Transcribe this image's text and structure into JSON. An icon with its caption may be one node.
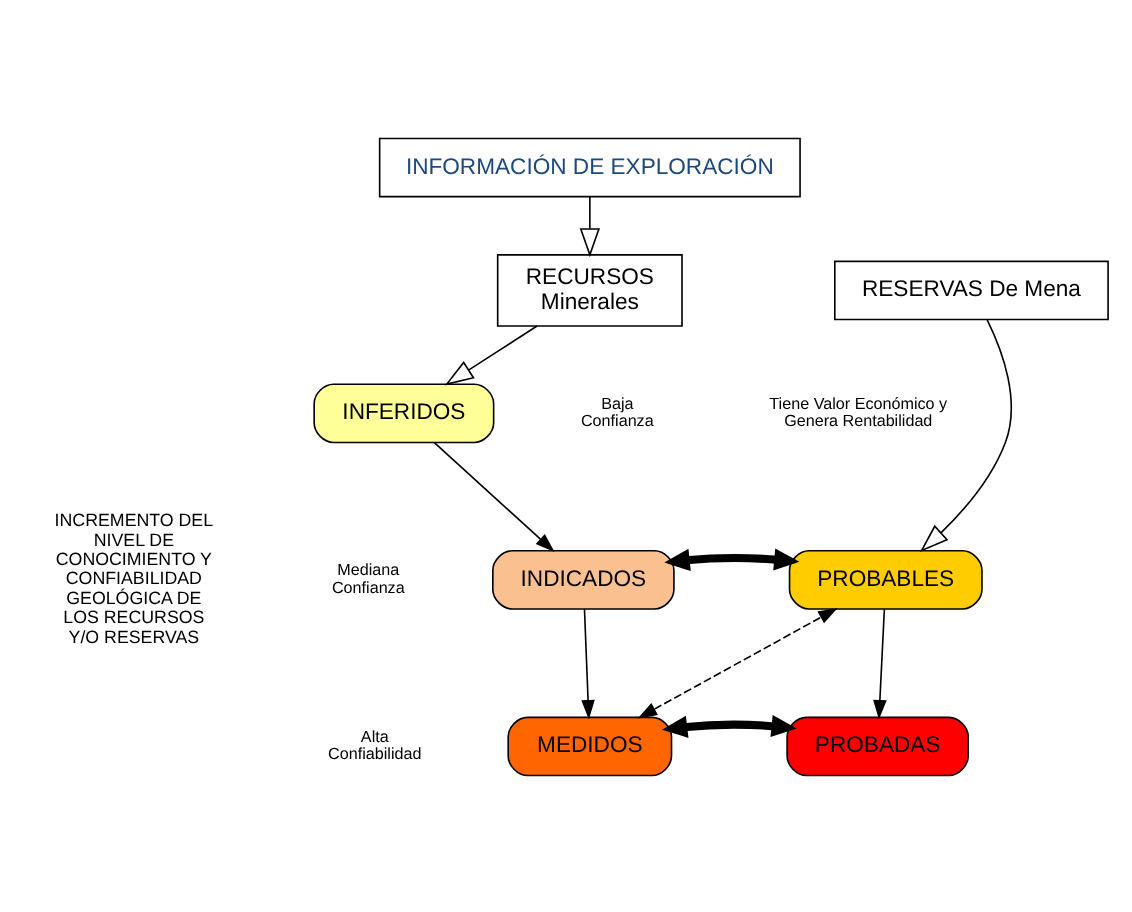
{
  "diagram": {
    "nodes": [
      {
        "text": [
          "INFORMACIÓN DE EXPLORACIÓN"
        ]
      },
      {
        "text": [
          "RECURSOS",
          "Minerales"
        ]
      },
      {
        "text": [
          "RESERVAS De Mena"
        ]
      },
      {
        "text": [
          "INFERIDOS"
        ]
      },
      {
        "text": [
          "INDICADOS"
        ]
      },
      {
        "text": [
          "MEDIDOS"
        ]
      },
      {
        "text": [
          "PROBABLES"
        ]
      },
      {
        "text": [
          "PROBADAS"
        ]
      }
    ],
    "edges": [
      {
        "from": 0,
        "to": 1,
        "arrow": "to"
      },
      {
        "from": 1,
        "to": 3,
        "arrow": "to"
      },
      {
        "from": 2,
        "to": 6,
        "arrow": "to"
      },
      {
        "from": 3,
        "to": 4,
        "arrow": "to"
      },
      {
        "from": 4,
        "to": 6,
        "arrow": "both",
        "style": "thick"
      },
      {
        "from": 4,
        "to": 5,
        "arrow": "to"
      },
      {
        "from": 5,
        "to": 6,
        "arrow": "both",
        "style": "dashed"
      },
      {
        "from": 6,
        "to": 7,
        "arrow": "to"
      },
      {
        "from": 5,
        "to": 7,
        "arrow": "both",
        "style": "thick"
      }
    ],
    "labels": [
      "INCREMENTO DEL NIVEL DE CONOCIMIENTO Y CONFIABILIDAD GEOLÓGICA DE LOS RECURSOS Y/O RESERVAS",
      "Baja Confianza",
      "Tiene Valor Económico y Genera Rentabilidad",
      "Mediana Confianza",
      "Alta Confiabilidad"
    ]
  }
}
